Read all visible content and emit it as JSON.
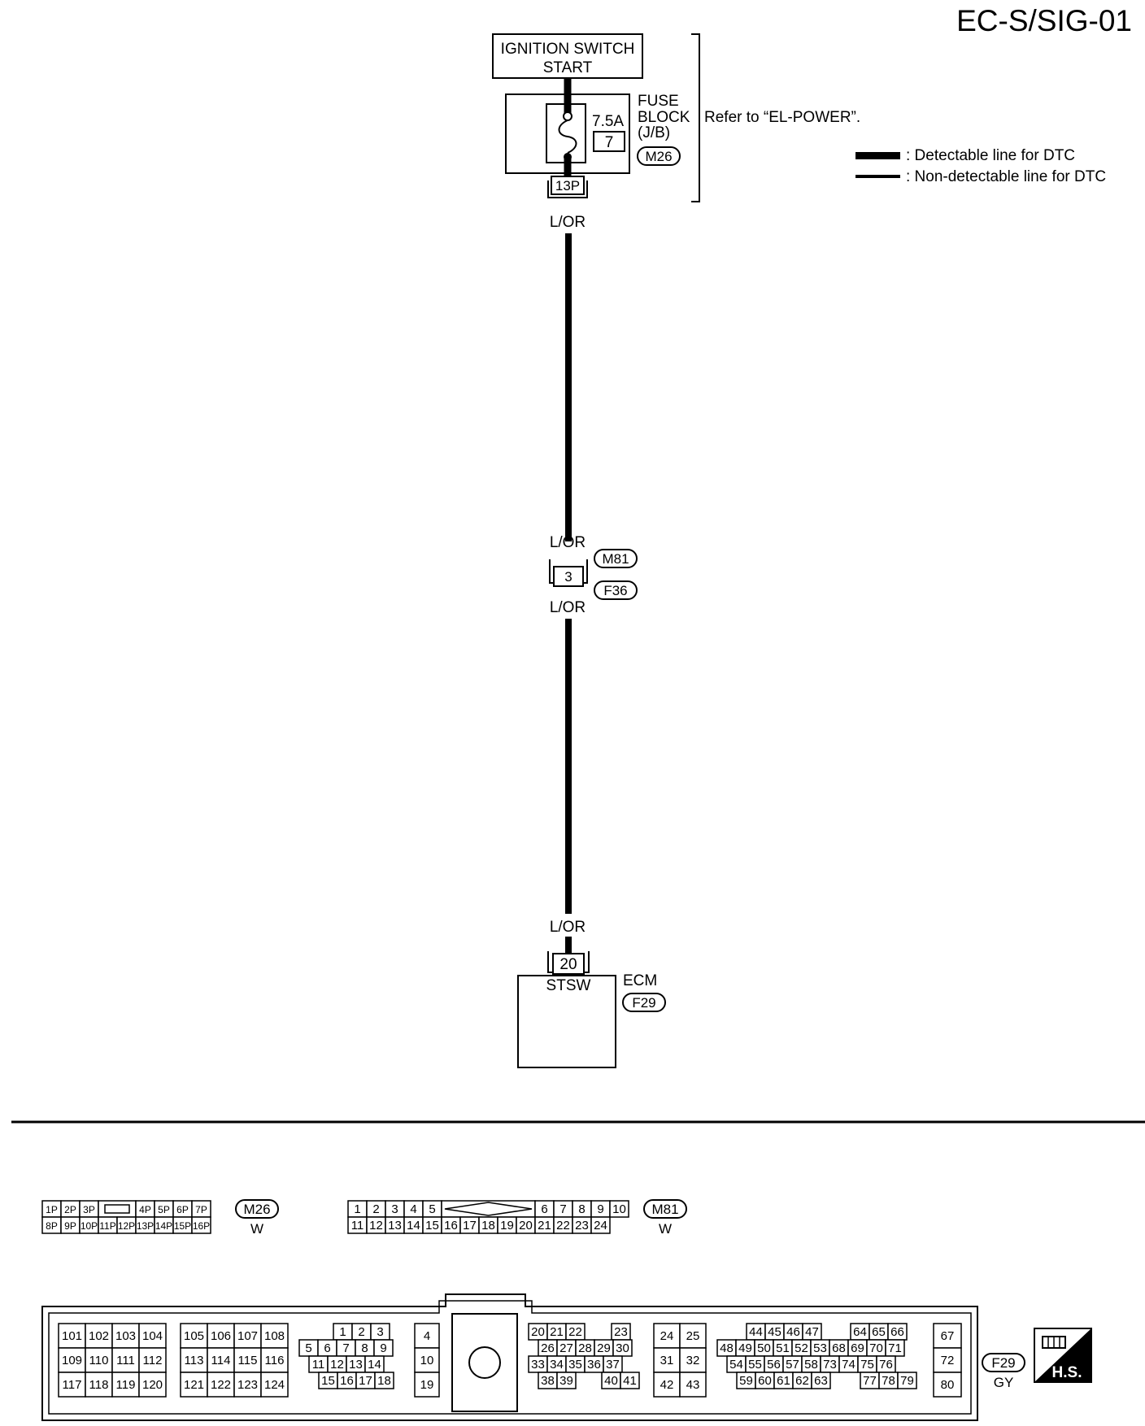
{
  "page_title": "EC-S/SIG-01",
  "legend": {
    "detectable": ": Detectable line for DTC",
    "non_detectable": ": Non-detectable line for DTC"
  },
  "ignition_switch": {
    "line1": "IGNITION SWITCH",
    "line2": "START"
  },
  "fuse_block": {
    "rating": "7.5A",
    "fuse_no": "7",
    "label1": "FUSE",
    "label2": "BLOCK",
    "label3": "(J/B)",
    "connector": "M26",
    "terminal": "13P",
    "refer": "Refer to “EL-POWER”."
  },
  "wires": {
    "w1": "L/OR",
    "w2": "L/OR",
    "w3": "L/OR",
    "w4": "L/OR"
  },
  "joint": {
    "terminal": "3",
    "conn_top": "M81",
    "conn_bottom": "F36"
  },
  "ecm": {
    "terminal": "20",
    "signal": "STSW",
    "label": "ECM",
    "connector": "F29"
  },
  "connector_views": {
    "m26": {
      "id": "M26",
      "color": "W",
      "top_left": [
        "1P",
        "2P",
        "3P"
      ],
      "top_right": [
        "4P",
        "5P",
        "6P",
        "7P"
      ],
      "bottom": [
        "8P",
        "9P",
        "10P",
        "11P",
        "12P",
        "13P",
        "14P",
        "15P",
        "16P"
      ]
    },
    "m81": {
      "id": "M81",
      "color": "W",
      "top_left": [
        "1",
        "2",
        "3",
        "4",
        "5"
      ],
      "top_right": [
        "6",
        "7",
        "8",
        "9",
        "10"
      ],
      "bottom": [
        "11",
        "12",
        "13",
        "14",
        "15",
        "16",
        "17",
        "18",
        "19",
        "20",
        "21",
        "22",
        "23",
        "24"
      ]
    },
    "f29": {
      "id": "F29",
      "color": "GY",
      "g1": [
        [
          "101",
          "102",
          "103",
          "104"
        ],
        [
          "109",
          "110",
          "111",
          "112"
        ],
        [
          "117",
          "118",
          "119",
          "120"
        ]
      ],
      "g2": [
        [
          "105",
          "106",
          "107",
          "108"
        ],
        [
          "113",
          "114",
          "115",
          "116"
        ],
        [
          "121",
          "122",
          "123",
          "124"
        ]
      ],
      "g3": [
        [
          "1",
          "2",
          "3"
        ],
        [
          "5",
          "6",
          "7",
          "8",
          "9"
        ],
        [
          "11",
          "12",
          "13",
          "14"
        ],
        [
          "15",
          "16",
          "17",
          "18"
        ]
      ],
      "g4": [
        "4",
        "10",
        "19"
      ],
      "g5": [
        [
          "20",
          "21",
          "22",
          "23"
        ],
        [
          "26",
          "27",
          "28",
          "29",
          "30"
        ],
        [
          "33",
          "34",
          "35",
          "36",
          "37"
        ],
        [
          "38",
          "39",
          "40",
          "41"
        ]
      ],
      "g6": [
        [
          "24",
          "25"
        ],
        [
          "31",
          "32"
        ],
        [
          "42",
          "43"
        ]
      ],
      "g7": [
        [
          "44",
          "45",
          "46",
          "47",
          "64",
          "65",
          "66"
        ],
        [
          "48",
          "49",
          "50",
          "51",
          "52",
          "53",
          "68",
          "69",
          "70",
          "71"
        ],
        [
          "54",
          "55",
          "56",
          "57",
          "58",
          "73",
          "74",
          "75",
          "76"
        ],
        [
          "59",
          "60",
          "61",
          "62",
          "63",
          "77",
          "78",
          "79"
        ]
      ],
      "g8": [
        "67",
        "72",
        "80"
      ]
    },
    "hs_label": "H.S."
  }
}
